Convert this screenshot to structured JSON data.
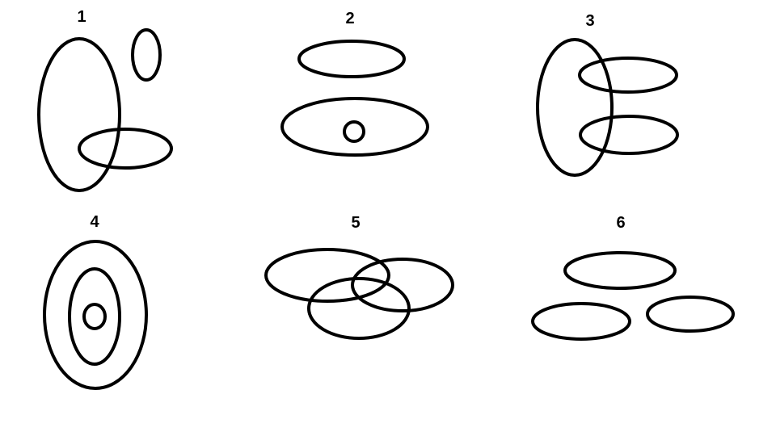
{
  "colors": {
    "background": "#ffffff",
    "stroke": "#000000"
  },
  "panels": [
    {
      "label": "1",
      "description_shapes": [
        "ellipse",
        "ellipse",
        "ellipse"
      ]
    },
    {
      "label": "2",
      "description_shapes": [
        "ellipse",
        "ellipse",
        "ellipse"
      ]
    },
    {
      "label": "3",
      "description_shapes": [
        "ellipse",
        "ellipse",
        "ellipse"
      ]
    },
    {
      "label": "4",
      "description_shapes": [
        "ellipse",
        "ellipse",
        "ellipse"
      ]
    },
    {
      "label": "5",
      "description_shapes": [
        "ellipse",
        "ellipse",
        "ellipse"
      ]
    },
    {
      "label": "6",
      "description_shapes": [
        "ellipse",
        "ellipse",
        "ellipse"
      ]
    }
  ]
}
